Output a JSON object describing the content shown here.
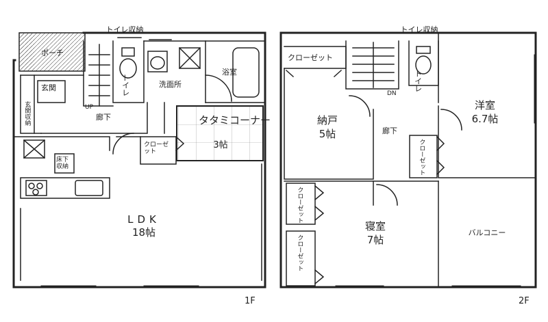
{
  "floors": {
    "first": {
      "tag": "1F",
      "toilet_storage": "トイレ収納",
      "rooms": {
        "porch": "ポーチ",
        "entrance": "玄関",
        "shoe_closet": "玄関収納",
        "toilet": "トイレ",
        "washroom": "洗面所",
        "bath": "浴室",
        "hall": "廊下",
        "stairs_up": "UP",
        "tatami_name": "タタミコーナー",
        "tatami_size": "3帖",
        "closet": "クローゼット",
        "under_stairs_storage": "床下収納",
        "ldk_name": "LDK",
        "ldk_size": "18帖"
      }
    },
    "second": {
      "tag": "2F",
      "toilet_storage": "トイレ収納",
      "rooms": {
        "closet_top": "クローゼット",
        "stairs_dn": "DN",
        "toilet": "トイレ",
        "storeroom_name": "納戸",
        "storeroom_size": "5帖",
        "hall": "廊下",
        "western_name": "洋室",
        "western_size": "6.7帖",
        "closet_right": "クローゼット",
        "closet_left_top": "クローゼット",
        "closet_left_bottom": "クローゼット",
        "bedroom_name": "寝室",
        "bedroom_size": "7帖",
        "balcony": "バルコニー"
      }
    }
  }
}
